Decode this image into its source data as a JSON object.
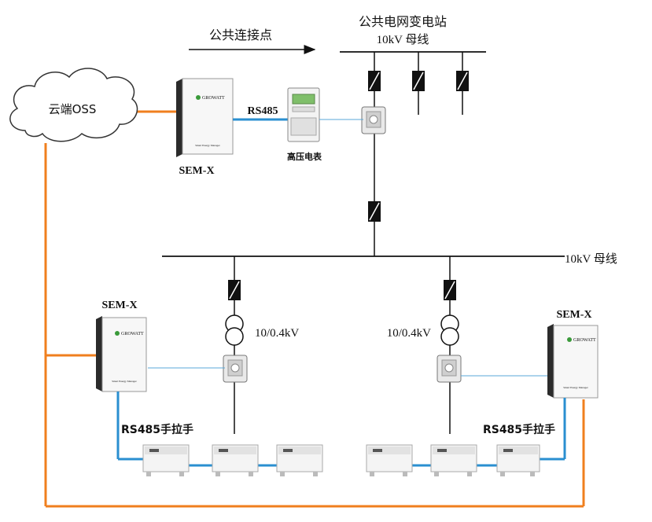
{
  "labels": {
    "pcc": "公共连接点",
    "substation": "公共电网变电站",
    "top_bus": "10kV 母线",
    "mid_bus": "10kV 母线",
    "cloud": "云端OSS",
    "rs485": "RS485",
    "meter": "高压电表",
    "sem_top": "SEM-X",
    "sem_left": "SEM-X",
    "sem_right": "SEM-X",
    "xfmr_left": "10/0.4kV",
    "xfmr_right": "10/0.4kV",
    "rs485_chain_left": "RS485手拉手",
    "rs485_chain_right": "RS485手拉手",
    "brand": "GROWATT",
    "device_caption": "Smart Energy Manager"
  },
  "colors": {
    "comm_orange": "#f07f1e",
    "rs485_blue": "#2a8fd0",
    "line_black": "#111111",
    "cloud_stroke": "#333333",
    "device_body": "#f7f7f7",
    "device_side": "#2b2b2b",
    "brand_green": "#3a9a3a"
  },
  "icons": {
    "cloud": "cloud-icon",
    "breaker": "breaker-icon",
    "transformer": "transformer-icon",
    "ct": "current-transformer-icon",
    "meter": "energy-meter-icon",
    "inverter": "inverter-icon"
  }
}
